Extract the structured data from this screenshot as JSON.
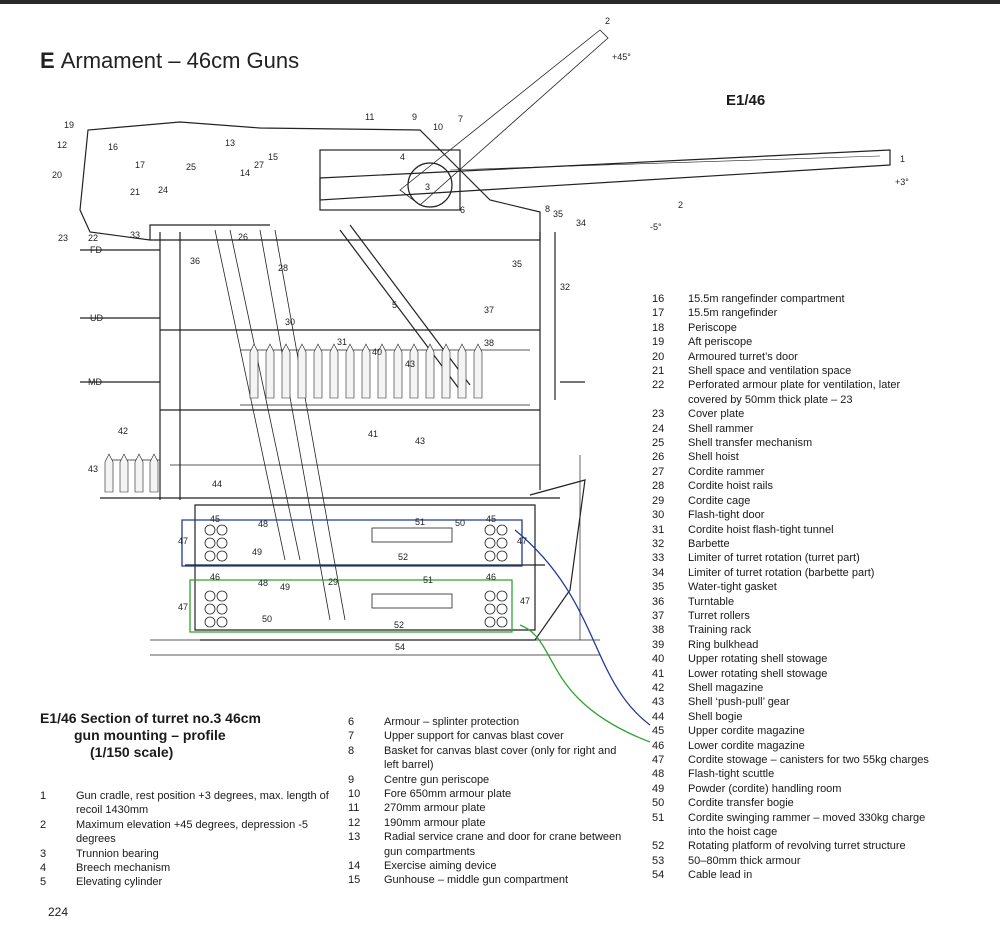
{
  "header": {
    "section_letter": "E",
    "section_title": "Armament – 46cm Guns",
    "figure_code": "E1/46"
  },
  "caption": {
    "line1": "E1/46 Section of turret no.3 46cm",
    "line2": "gun mounting – profile",
    "line3": "(1/150 scale)"
  },
  "page_number": "224",
  "drawing": {
    "deck_labels": [
      "FD",
      "UD",
      "MD"
    ],
    "angle_labels": [
      "+45°",
      "+3°",
      "-5°"
    ],
    "callouts": [
      "1",
      "2",
      "3",
      "4",
      "5",
      "6",
      "7",
      "8",
      "9",
      "10",
      "11",
      "12",
      "13",
      "14",
      "15",
      "16",
      "17",
      "19",
      "20",
      "21",
      "22",
      "23",
      "24",
      "25",
      "26",
      "27",
      "28",
      "29",
      "30",
      "31",
      "32",
      "33",
      "34",
      "35",
      "36",
      "37",
      "38",
      "40",
      "41",
      "42",
      "43",
      "44",
      "45",
      "46",
      "47",
      "48",
      "49",
      "50",
      "51",
      "52",
      "54"
    ],
    "overlay_colors": {
      "upper_magazine": "#1f3a9a",
      "lower_magazine": "#2fa52f"
    }
  },
  "legend_a": [
    {
      "num": "1",
      "text": "Gun cradle, rest position +3 degrees, max. length of recoil 1430mm"
    },
    {
      "num": "2",
      "text": "Maximum elevation +45 degrees, depression -5 degrees"
    },
    {
      "num": "3",
      "text": "Trunnion bearing"
    },
    {
      "num": "4",
      "text": "Breech mechanism"
    },
    {
      "num": "5",
      "text": "Elevating cylinder"
    }
  ],
  "legend_b": [
    {
      "num": "6",
      "text": "Armour – splinter protection"
    },
    {
      "num": "7",
      "text": "Upper support for canvas blast cover"
    },
    {
      "num": "8",
      "text": "Basket for canvas blast cover (only for right and left barrel)"
    },
    {
      "num": "9",
      "text": "Centre gun periscope"
    },
    {
      "num": "10",
      "text": "Fore 650mm armour plate"
    },
    {
      "num": "11",
      "text": "270mm armour plate"
    },
    {
      "num": "12",
      "text": "190mm armour plate"
    },
    {
      "num": "13",
      "text": "Radial service crane and door for crane between gun compartments"
    },
    {
      "num": "14",
      "text": "Exercise aiming device"
    },
    {
      "num": "15",
      "text": "Gunhouse – middle gun compartment"
    }
  ],
  "legend_c": [
    {
      "num": "16",
      "text": "15.5m rangefinder compartment"
    },
    {
      "num": "17",
      "text": "15.5m rangefinder"
    },
    {
      "num": "18",
      "text": "Periscope"
    },
    {
      "num": "19",
      "text": "Aft periscope"
    },
    {
      "num": "20",
      "text": "Armoured turret’s door"
    },
    {
      "num": "21",
      "text": "Shell space and ventilation space"
    },
    {
      "num": "22",
      "text": "Perforated armour plate for ventilation, later covered by 50mm thick plate – 23"
    },
    {
      "num": "23",
      "text": "Cover plate"
    },
    {
      "num": "24",
      "text": "Shell rammer"
    },
    {
      "num": "25",
      "text": "Shell transfer mechanism"
    },
    {
      "num": "26",
      "text": "Shell hoist"
    },
    {
      "num": "27",
      "text": "Cordite rammer"
    },
    {
      "num": "28",
      "text": "Cordite hoist rails"
    },
    {
      "num": "29",
      "text": "Cordite cage"
    },
    {
      "num": "30",
      "text": "Flash-tight door"
    },
    {
      "num": "31",
      "text": "Cordite hoist flash-tight tunnel"
    },
    {
      "num": "32",
      "text": "Barbette"
    },
    {
      "num": "33",
      "text": "Limiter of turret rotation (turret part)"
    },
    {
      "num": "34",
      "text": "Limiter of turret rotation (barbette part)"
    },
    {
      "num": "35",
      "text": "Water-tight gasket"
    },
    {
      "num": "36",
      "text": "Turntable"
    },
    {
      "num": "37",
      "text": "Turret rollers"
    },
    {
      "num": "38",
      "text": "Training rack"
    },
    {
      "num": "39",
      "text": "Ring bulkhead"
    },
    {
      "num": "40",
      "text": "Upper rotating shell stowage"
    },
    {
      "num": "41",
      "text": "Lower rotating shell stowage"
    },
    {
      "num": "42",
      "text": "Shell magazine"
    },
    {
      "num": "43",
      "text": "Shell ‘push-pull’ gear"
    },
    {
      "num": "44",
      "text": "Shell bogie"
    },
    {
      "num": "45",
      "text": "Upper cordite magazine"
    },
    {
      "num": "46",
      "text": "Lower cordite magazine"
    },
    {
      "num": "47",
      "text": "Cordite stowage – canisters for two 55kg charges"
    },
    {
      "num": "48",
      "text": "Flash-tight scuttle"
    },
    {
      "num": "49",
      "text": "Powder (cordite) handling room"
    },
    {
      "num": "50",
      "text": "Cordite transfer bogie"
    },
    {
      "num": "51",
      "text": "Cordite swinging rammer – moved 330kg charge into the hoist cage"
    },
    {
      "num": "52",
      "text": "Rotating platform of revolving turret structure"
    },
    {
      "num": "53",
      "text": "50–80mm thick armour"
    },
    {
      "num": "54",
      "text": "Cable lead in"
    }
  ]
}
